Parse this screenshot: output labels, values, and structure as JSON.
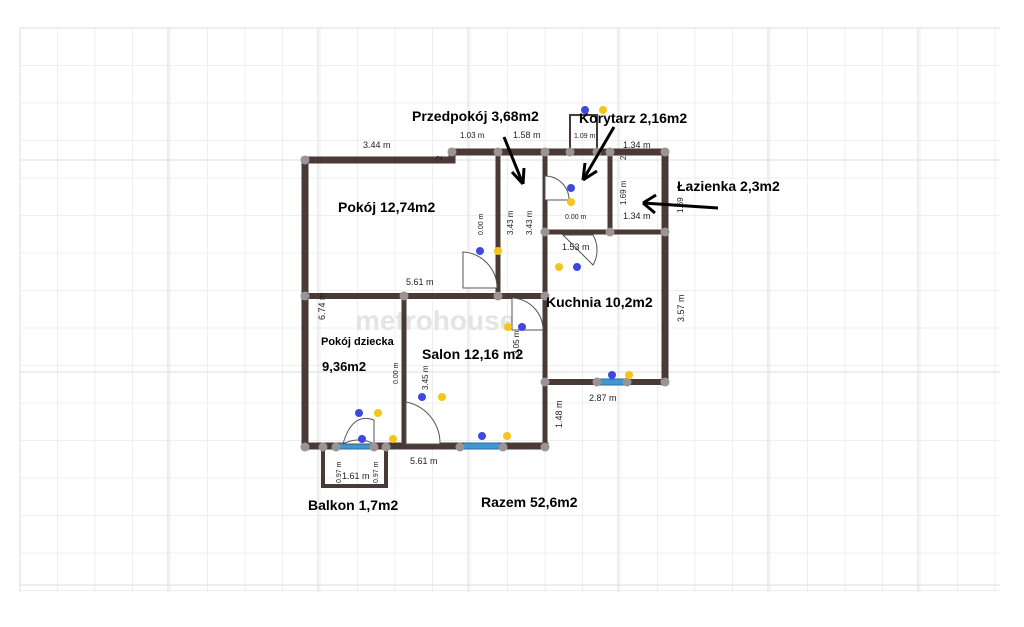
{
  "colors": {
    "wall": "#4a3a36",
    "wall_joint": "#9a9494",
    "window": "#3e97d1",
    "window_border": "#2a6f9f",
    "grid_major": "#dcdcdc",
    "grid_minor": "#efefef",
    "socket_blue": "#3f47e0",
    "socket_yellow": "#f5c518",
    "arrow": "#000000",
    "watermark": "#e4e4e4"
  },
  "labels": {
    "przedpokoj": "Przedpokój 3,68m2",
    "korytarz": "Korytarz 2,16m2",
    "lazienka": "Łazienka 2,3m2",
    "pokoj": "Pokój 12,74m2",
    "kuchnia": "Kuchnia 10,2m2",
    "pokoj_dziecka_1": "Pokój dziecka",
    "pokoj_dziecka_2": "9,36m2",
    "salon": "Salon 12,16 m2",
    "balkon": "Balkon 1,7m2",
    "razem": "Razem 52,6m2",
    "watermark": "metrohouse"
  },
  "dimensions": {
    "top_left": "3.44 m",
    "top_mid_a": "1.03 m",
    "top_mid_b": "1.58 m",
    "top_door": "1.09 m",
    "top_right": "1.34 m",
    "bath_inner_bottom": "1.34 m",
    "bath_height": "1.69 m",
    "bath_right": "1.69",
    "left_wall": "6.74 m",
    "hall_a": "3.43 m",
    "hall_b": "3.43 m",
    "hall_door_zero": "0.00 m",
    "corridor_zero": "0.00 m",
    "kitchen_top": "1.53 m",
    "kitchen_right": "3.57 m",
    "kitchen_bottom": "2.87 m",
    "salon_left": "3.45 m",
    "salon_zero": "0.00 m",
    "salon_door": "3.05 m",
    "salon_right": "1.48 m",
    "middle": "5.61 m",
    "bottom": "5.61 m",
    "balcony_width": "1.61 m",
    "balcony_a": "0.97 m",
    "balcony_b": "0.97 m",
    "mark_2a": "2",
    "mark_2b": "2"
  }
}
